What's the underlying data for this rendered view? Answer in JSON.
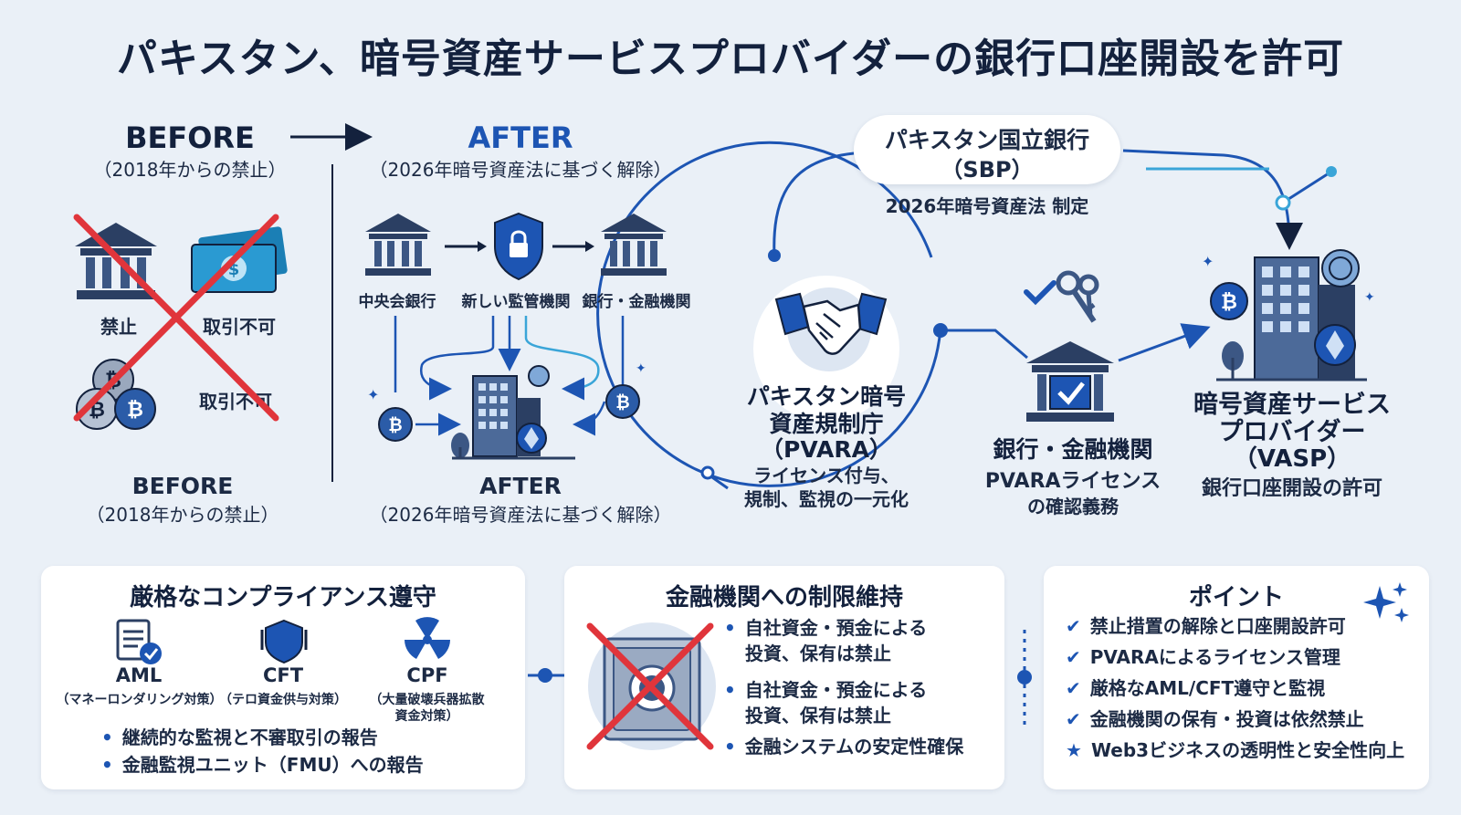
{
  "title": "パキスタン、暗号資産サービスプロバイダーの銀行口座開設を許可",
  "before": {
    "label": "BEFORE",
    "sub": "（2018年からの禁止）",
    "items": [
      "禁止",
      "取引不可",
      "取引不可"
    ]
  },
  "after": {
    "label": "AFTER",
    "sub": "（2026年暗号資産法に基づく解除）",
    "flow": [
      "中央会銀行",
      "新しい監管機関",
      "銀行・金融機関"
    ]
  },
  "sbp": {
    "name": "パキスタン国立銀行",
    "abbr": "（SBP）",
    "law": "2026年暗号資産法 制定"
  },
  "pvara": {
    "name_line1": "パキスタン暗号",
    "name_line2": "資産規制庁",
    "abbr": "（PVARA）",
    "desc_line1": "ライセンス付与、",
    "desc_line2": "規制、監視の一元化"
  },
  "banks": {
    "name": "銀行・金融機関",
    "desc_line1": "PVARAライセンス",
    "desc_line2": "の確認義務"
  },
  "vasp": {
    "name_line1": "暗号資産サービス",
    "name_line2": "プロバイダー",
    "abbr": "（VASP）",
    "desc": "銀行口座開設の許可"
  },
  "compliance": {
    "title": "厳格なコンプライアンス遵守",
    "items": [
      {
        "code": "AML",
        "desc": "（マネーロンダリング対策）",
        "icon": "document-check-icon"
      },
      {
        "code": "CFT",
        "desc": "（テロ資金供与対策）",
        "icon": "shield-icon"
      },
      {
        "code": "CPF",
        "desc_line1": "（大量破壊兵器拡散",
        "desc_line2": "資金対策）",
        "icon": "radiation-icon"
      }
    ],
    "bullets": [
      "継続的な監視と不審取引の報告",
      "金融監視ユニット（FMU）への報告"
    ]
  },
  "restrictions": {
    "title": "金融機関への制限維持",
    "bullets": [
      {
        "line1": "自社資金・預金による",
        "line2": "投資、保有は禁止"
      },
      {
        "line1": "自社資金・預金による",
        "line2": "投資、保有は禁止"
      },
      {
        "line1": "金融システムの安定性確保",
        "line2": ""
      }
    ]
  },
  "points": {
    "title": "ポイント",
    "items": [
      "禁止措置の解除と口座開設許可",
      "PVARAによるライセンス管理",
      "厳格なAML/CFT遵守と監視",
      "金融機関の保有・投資は依然禁止",
      "Web3ビジネスの透明性と安全性向上"
    ]
  },
  "colors": {
    "navy": "#13213d",
    "accent": "#1d55b3",
    "light_blue": "#3aa5d8",
    "red": "#e0353b"
  }
}
